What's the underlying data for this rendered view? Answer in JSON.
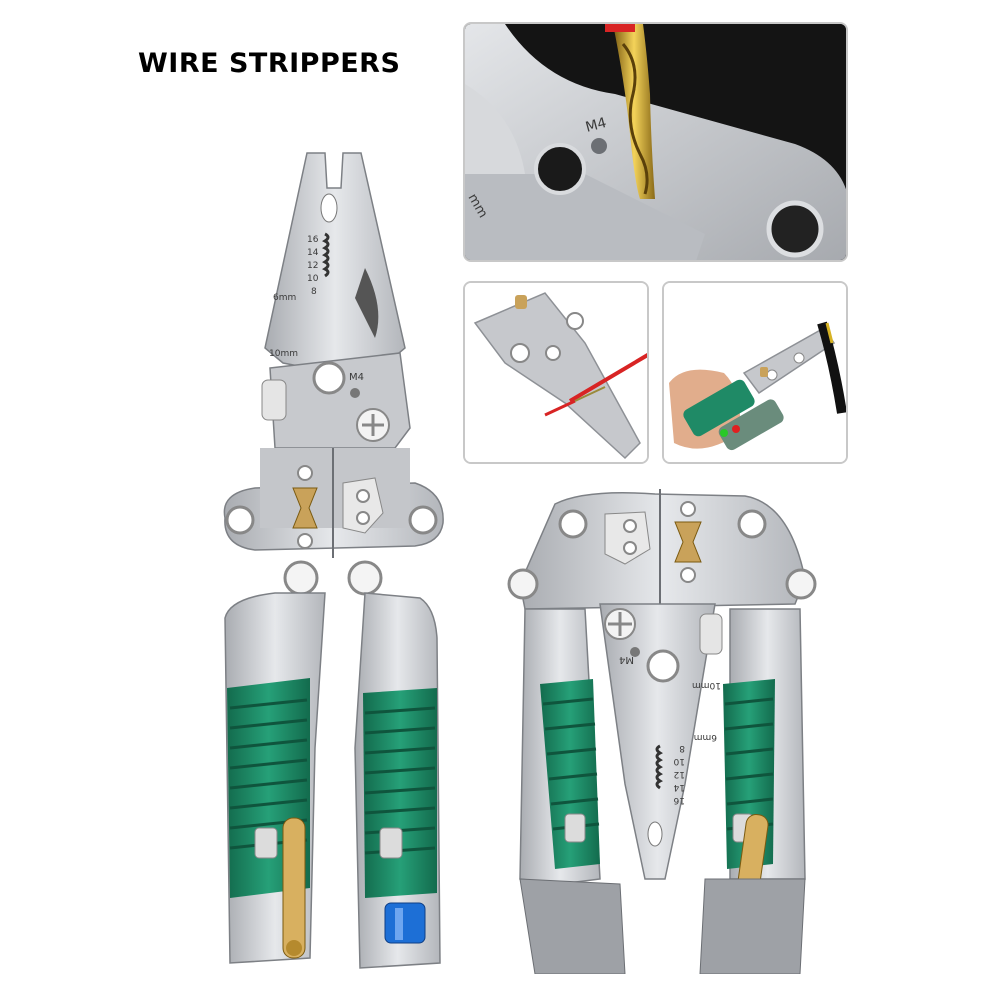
{
  "title": "WIRE STRIPPERS",
  "gauge_marks": [
    "16",
    "14",
    "12",
    "10",
    "8"
  ],
  "hole_labels": {
    "six_mm": "6mm",
    "ten_mm": "10mm",
    "m4": "M4",
    "mm_fragment": "mm"
  },
  "colors": {
    "steel": "#c9cbcf",
    "steel_dark": "#8f9297",
    "grip_green": "#1f8a66",
    "brass": "#c9a25a",
    "blue_bit": "#1d6fd6",
    "wire_red": "#d82424",
    "dark_bg": "#141414"
  }
}
